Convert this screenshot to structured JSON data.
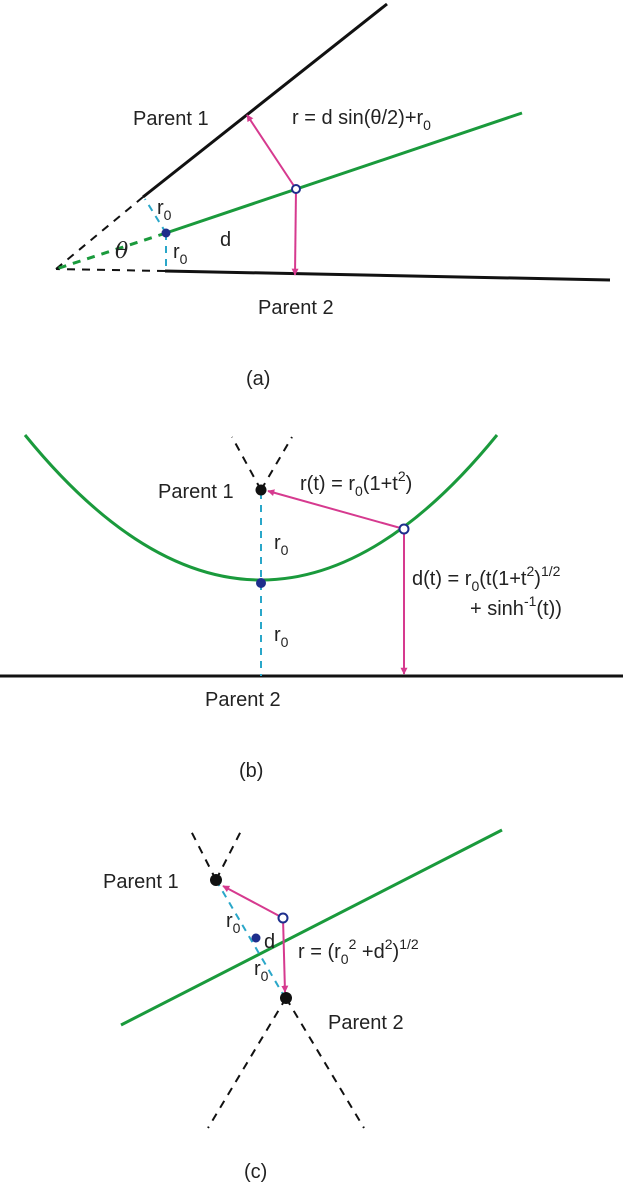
{
  "colors": {
    "parent_line": "#111111",
    "bisector": "#1a9a3c",
    "radius_arrow": "#d63a8f",
    "offset_dash": "#2aa7c9",
    "node": "#1e2e8c"
  },
  "panel_a": {
    "parent1": "Parent 1",
    "parent2": "Parent 2",
    "formula": "r = d sin(θ/2)+r",
    "formula_sub": "0",
    "r0_base": "r",
    "r0_sub": "0",
    "d_label": "d",
    "theta_label": "θ",
    "caption": "(a)"
  },
  "panel_b": {
    "parent1": "Parent 1",
    "parent2": "Parent 2",
    "rt_pre": "r(t) = r",
    "rt_sub": "0",
    "rt_mid": "(1+t",
    "rt_sup": "2",
    "rt_post": ")",
    "dt_pre": "d(t) = r",
    "dt_sub": "0",
    "dt_mid": "(t(1+t",
    "dt_sup": "2",
    "dt_mid2": ")",
    "dt_sup2": "1/2",
    "dt_line2_pre": "+ sinh",
    "dt_line2_sup": "-1",
    "dt_line2_post": "(t))",
    "r0_base": "r",
    "r0_sub": "0",
    "caption": "(b)"
  },
  "panel_c": {
    "parent1": "Parent 1",
    "parent2": "Parent 2",
    "r_pre": "r = (r",
    "r_sub": "0",
    "r_sup": "2",
    "r_mid": " +d",
    "r_sup2": "2",
    "r_post": ")",
    "r_sup3": "1/2",
    "r0_base": "r",
    "r0_sub": "0",
    "d_label": "d",
    "caption": "(c)"
  }
}
